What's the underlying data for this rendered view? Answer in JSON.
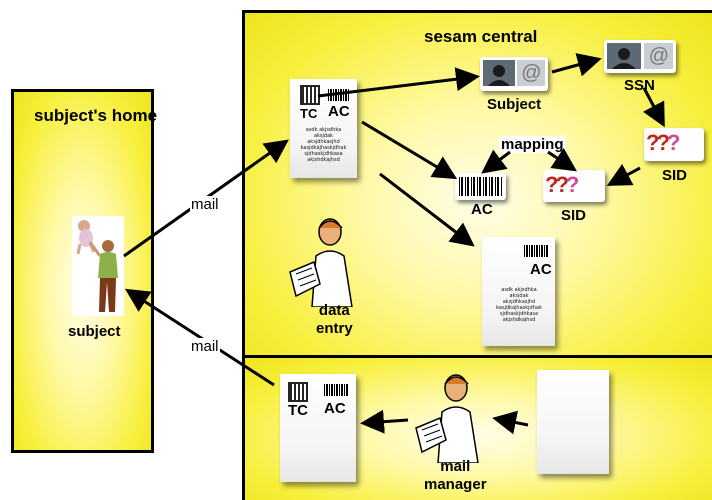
{
  "home": {
    "title": "subject's home",
    "subject_label": "subject"
  },
  "central": {
    "title": "sesam central",
    "doc_tc": "TC",
    "doc_ac": "AC",
    "doc_text": [
      "asdk akjsdhka",
      "aksjdak",
      "aksjdhkasjhd",
      "kasjdkajhaskjdhak",
      "sjdhaskjdhkasa",
      "akjshdkajhsd"
    ],
    "doc2_text": [
      "asdk akjsdhka",
      "aksjdak",
      "aksjdhkasjhd",
      "kasjdkajhaskjdhak",
      "sjdhaskjdhkasa",
      "akjshdkajhsd"
    ],
    "subject_card_label": "Subject",
    "ssn_label": "SSN",
    "sid_label_right": "SID",
    "sid_label_center": "SID",
    "mapping_label": "mapping",
    "ac_label": "AC",
    "doc2_ac": "AC",
    "data_entry_label": "data\nentry"
  },
  "mail_room": {
    "doc_tc": "TC",
    "doc_ac": "AC",
    "mail_manager_label": "mail\nmanager"
  },
  "arrows": {
    "mail_in": "mail",
    "mail_out": "mail"
  },
  "icons": [
    "qr-code-icon",
    "barcode-icon",
    "person-silhouette-icon",
    "at-sign-icon",
    "question-mark-icon",
    "baby-with-parent-icon",
    "secretary-clipboard-icon"
  ]
}
